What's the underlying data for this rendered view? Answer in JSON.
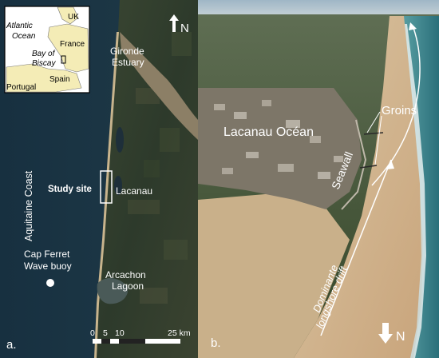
{
  "panel_a": {
    "panel_label": "a.",
    "north_label": "N",
    "inset": {
      "labels": [
        "UK",
        "Atlantic",
        "Ocean",
        "France",
        "Bay of",
        "Biscay",
        "Spain",
        "Portugal"
      ]
    },
    "places": {
      "estuary_line1": "Gironde",
      "estuary_line2": "Estuary",
      "study_site": "Study site",
      "lacanau": "Lacanau",
      "aquitaine_coast": "Aquitaine Coast",
      "cap_ferret_line1": "Cap Ferret",
      "cap_ferret_line2": "Wave buoy",
      "arcachon_line1": "Arcachon",
      "arcachon_line2": "Lagoon"
    },
    "scale_bar": {
      "ticks": [
        "0",
        "5",
        "10",
        "25 km"
      ]
    }
  },
  "panel_b": {
    "panel_label": "b.",
    "north_label": "N",
    "labels": {
      "town": "Lacanau Océan",
      "groins": "Groins",
      "seawall": "Seawall",
      "drift_line1": "Dominante",
      "drift_line2": "longshore drift"
    }
  },
  "colors": {
    "ocean_dark": "#1b3442",
    "land_dark": "#2c3a2a",
    "estuary": "#8c7f66",
    "inset_land": "#f4ecb6",
    "inset_sea": "#ffffff",
    "sand": "#d9bf98",
    "sea_green": "#2e7f86",
    "foam": "#e9f3f2",
    "forest_b": "#3e4f2f",
    "sky": "#a8bccb"
  }
}
